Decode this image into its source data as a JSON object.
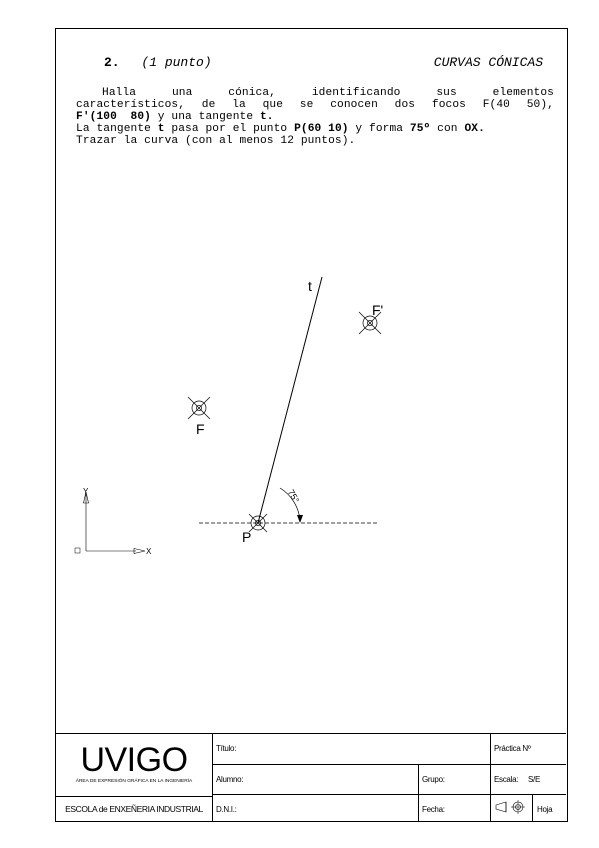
{
  "exercise": {
    "number": "2.",
    "points": "(1 punto)",
    "title": "CURVAS CÓNICAS"
  },
  "statement": {
    "line1": "Halla una cónica, identificando sus elementos",
    "line2": "característicos, de la que se conocen dos focos F(40  50),",
    "line3_bold1": "F'(100  80)",
    "line3_rest": " y una tangente ",
    "line3_bold2": "t.",
    "line4_a": "La tangente ",
    "line4_b1": "t",
    "line4_c": " pasa por el punto ",
    "line4_b2": "P(60 10)",
    "line4_d": " y forma ",
    "line4_b3": "75º",
    "line4_e": " con ",
    "line4_b4": "OX.",
    "line5": "Trazar la curva (con al menos 12 puntos)."
  },
  "drawing": {
    "label_t": "t",
    "label_f": "F",
    "label_f_prime": "F'",
    "label_p": "P",
    "label_angle": "75°",
    "axis_x": "X",
    "axis_y": "Y"
  },
  "title_block": {
    "logo": "UVIGO",
    "department": "ÁREA DE EXPRESIÓN GRÁFICA EN LA INGENIERÍA",
    "school": "ESCOLA de ENXEÑERIA INDUSTRIAL",
    "titulo_label": "Título:",
    "alumno_label": "Alumno:",
    "dni_label": "D.N.I.:",
    "grupo_label": "Grupo:",
    "fecha_label": "Fecha:",
    "practica_label": "Práctica Nº",
    "escala_label": "Escala:",
    "escala_value": "S/E",
    "hoja_label": "Hoja"
  }
}
